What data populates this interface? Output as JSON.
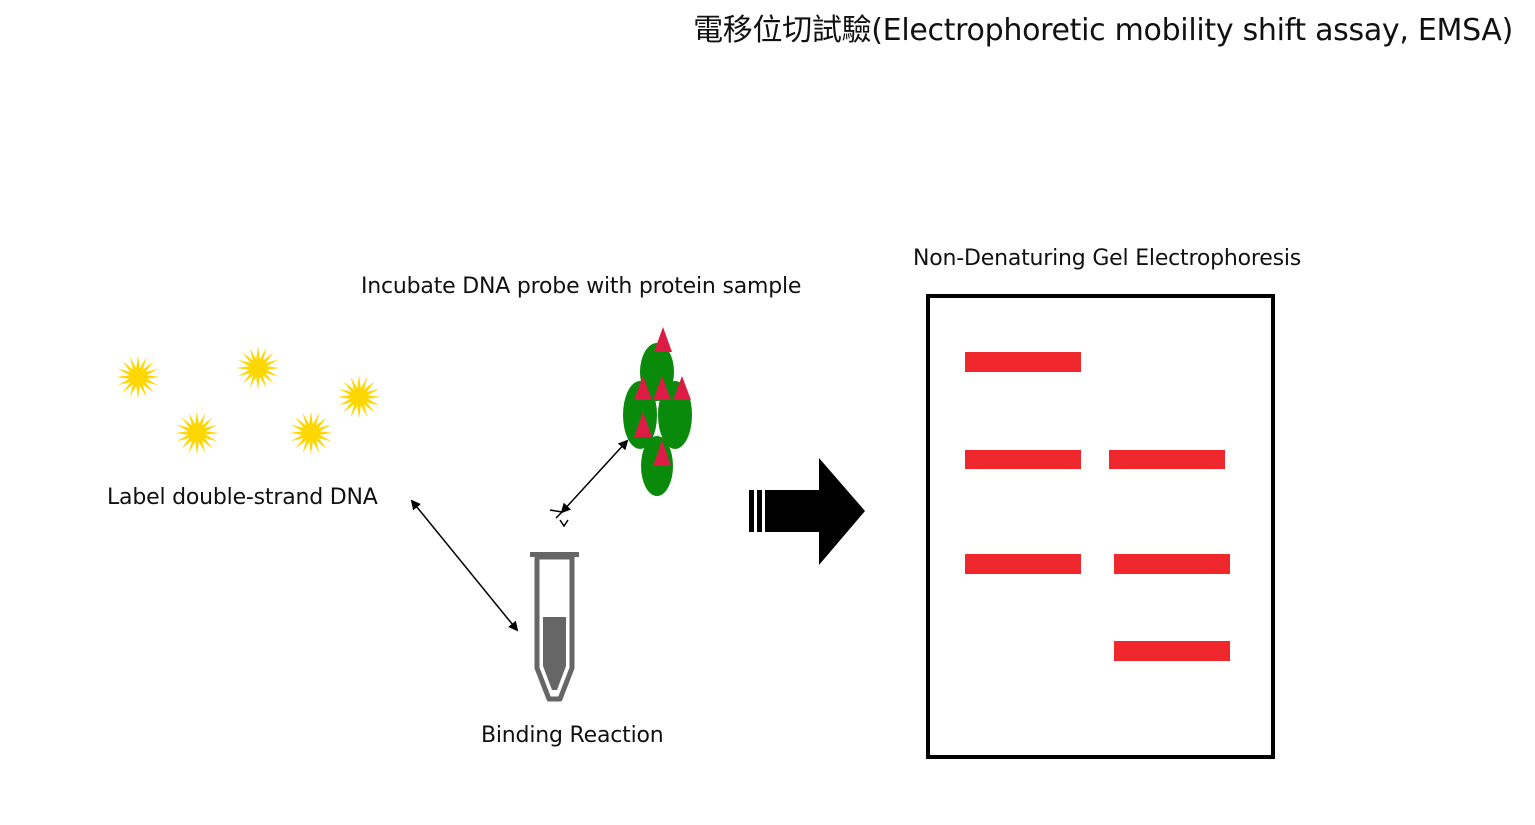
{
  "title": "電移位切試驗(Electrophoretic mobility shift assay, EMSA)",
  "labels": {
    "incubate": "Incubate DNA probe with protein sample",
    "dna": "Label double-strand DNA",
    "binding": "Binding Reaction",
    "gel": "Non-Denaturing Gel Electrophoresis"
  },
  "colors": {
    "dna_star": "#ffd700",
    "protein": "#0a8a0a",
    "protein_marker": "#dc1c44",
    "gel_band": "#f0282d",
    "tube": "#666666",
    "arrow": "#000000"
  },
  "icons": {
    "dna_probe": "starburst-icon",
    "protein": "protein-complex-icon",
    "tube": "microcentrifuge-tube-icon",
    "process_arrow": "block-arrow-right-icon"
  },
  "gel_lanes": [
    {
      "lane": 1,
      "bands": 3
    },
    {
      "lane": 2,
      "bands": 3
    }
  ]
}
